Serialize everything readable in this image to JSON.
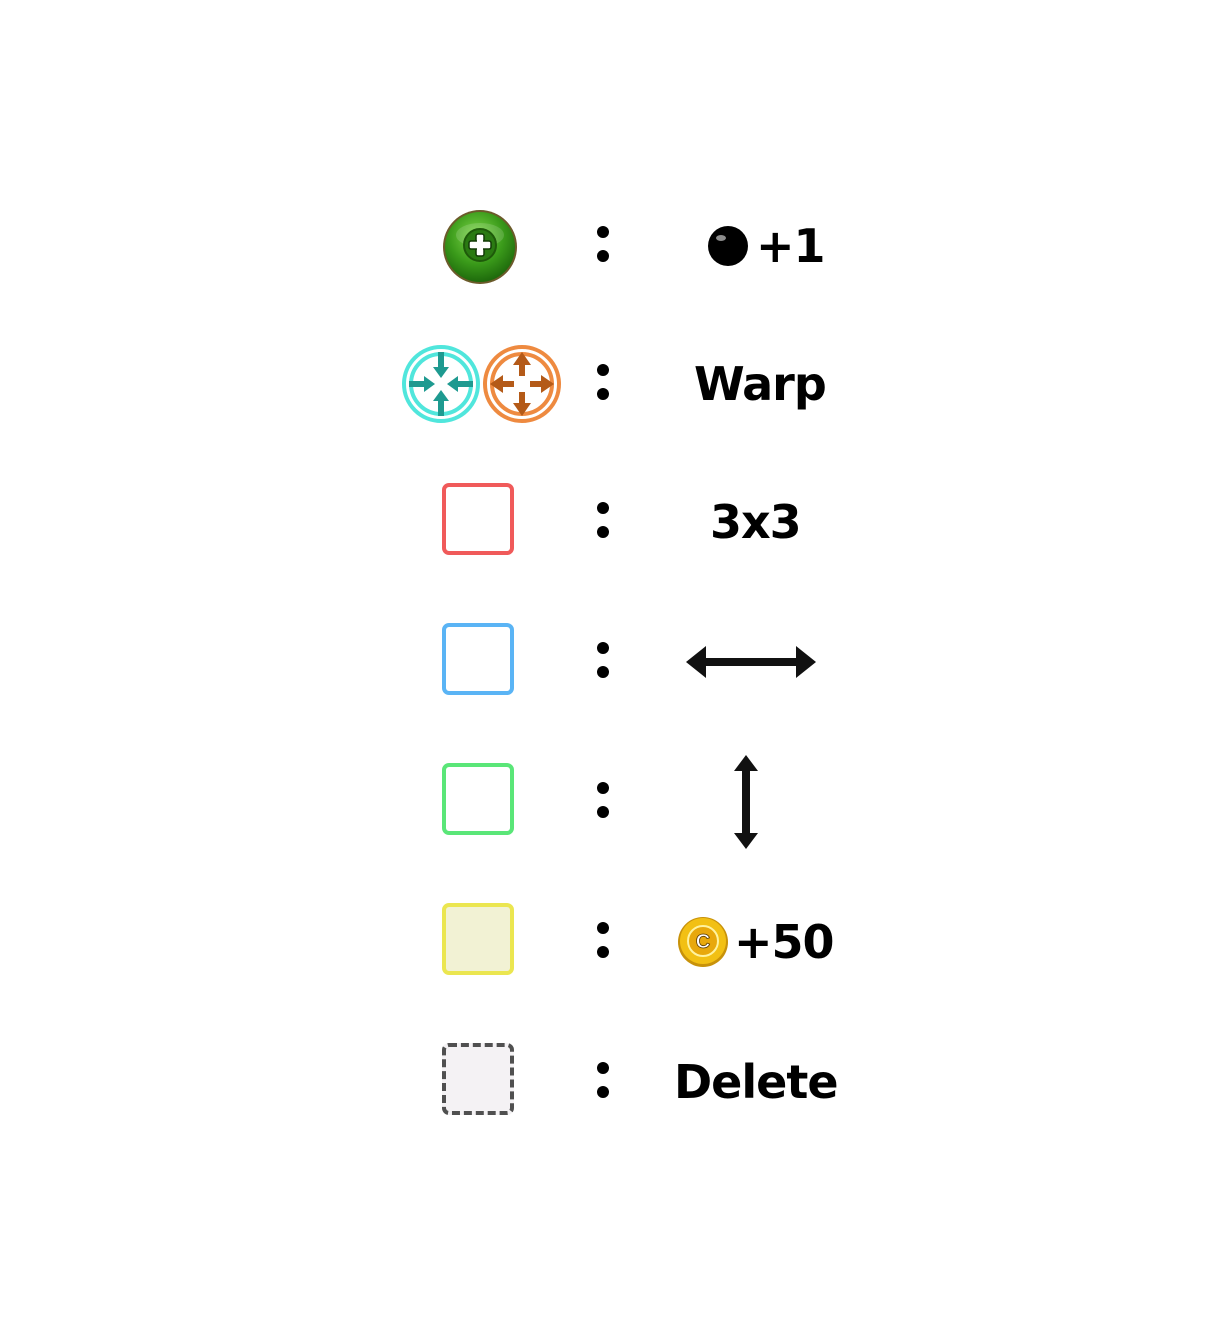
{
  "legend": {
    "separator": ":",
    "rows": [
      {
        "id": "extra-ball",
        "icon": "green-plus-button-icon",
        "result_icon": "black-ball-icon",
        "result_text": "+1"
      },
      {
        "id": "warp",
        "icon": "warp-in-out-icons",
        "result_text": "Warp"
      },
      {
        "id": "3x3",
        "icon": "red-square-outline",
        "color": "#f05a5a",
        "result_text": "3x3"
      },
      {
        "id": "horizontal",
        "icon": "blue-square-outline",
        "color": "#5ab4f5",
        "result_icon": "horizontal-double-arrow-icon",
        "result_text": ""
      },
      {
        "id": "vertical",
        "icon": "green-square-outline",
        "color": "#5ae678",
        "result_icon": "vertical-double-arrow-icon",
        "result_text": ""
      },
      {
        "id": "coin",
        "icon": "yellow-square",
        "color": "#ebe650",
        "result_icon": "gold-coin-icon",
        "result_text": "+50"
      },
      {
        "id": "delete",
        "icon": "dashed-gray-square",
        "color": "#505050",
        "result_text": "Delete"
      }
    ]
  },
  "colors": {
    "warp_in": "#50e6dc",
    "warp_out": "#ee8a40",
    "coin": "#f2c014",
    "plus_button": "#3a9a1a"
  },
  "coin_letter": "C"
}
